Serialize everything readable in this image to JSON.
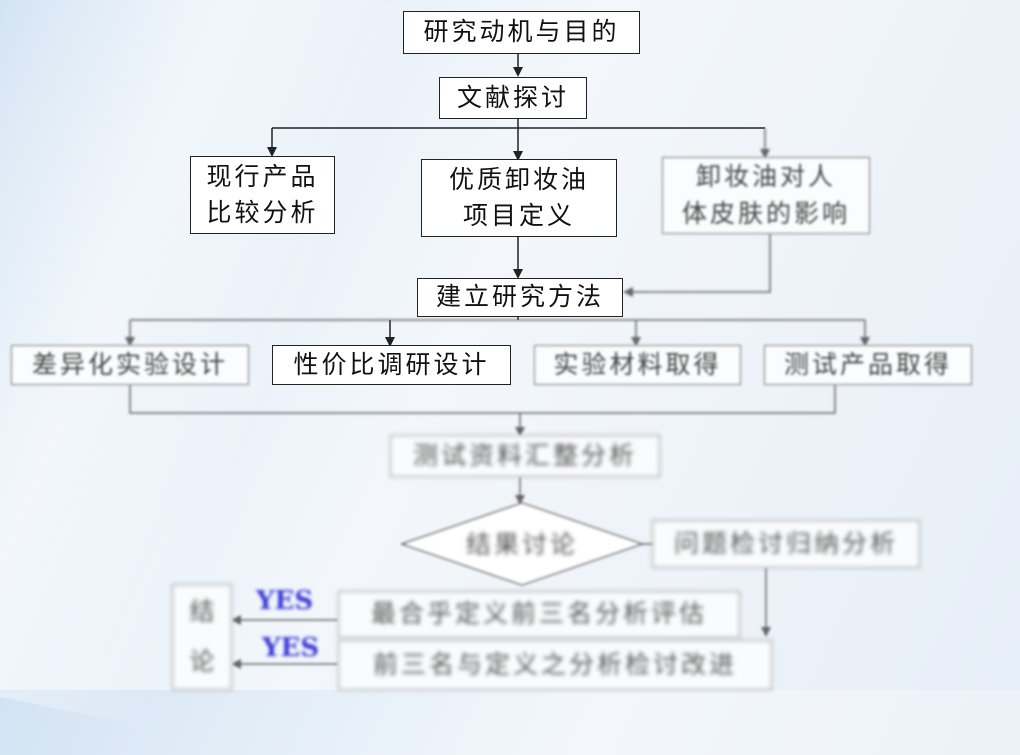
{
  "flowchart": {
    "motivation": "研究动机与目的",
    "literature": "文献探讨",
    "current_products": "现行产品\n比较分析",
    "definition": "优质卸妆油\n项目定义",
    "effect": "卸妆油对人\n体皮肤的影响",
    "method": "建立研究方法",
    "diff_design": "差异化实验设计",
    "value_design": "性价比调研设计",
    "materials": "实验材料取得",
    "products": "测试产品取得",
    "analysis": "测试资料汇整分析",
    "discussion": "结果讨论",
    "review": "问题检讨归纳分析",
    "top3_eval": "最合乎定义前三名分析评估",
    "top3_improve": "前三名与定义之分析检讨改进",
    "yes1": "YES",
    "yes2": "YES",
    "conclusion": "结\n论"
  }
}
